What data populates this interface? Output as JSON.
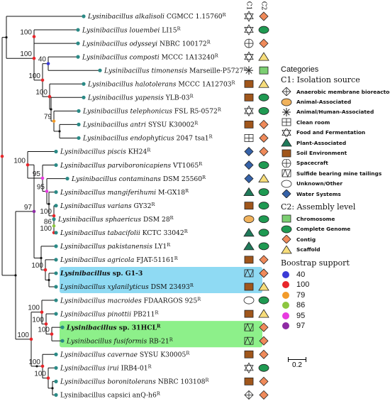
{
  "column_headers": [
    "C1",
    "C2"
  ],
  "taxa": [
    {
      "genus": "Lysinibacillus",
      "epithet": "alkalisoli",
      "strain": "CGMCC 1.15760",
      "type_strain": true,
      "c1": "food",
      "c2": "contig"
    },
    {
      "genus": "Lysinibacillus",
      "epithet": "louembei",
      "strain": "LI15",
      "type_strain": true,
      "c1": "food",
      "c2": "complete"
    },
    {
      "genus": "Lysinibacillus",
      "epithet": "odysseyi",
      "strain": "NBRC 100172",
      "type_strain": true,
      "c1": "spacecraft",
      "c2": "contig"
    },
    {
      "genus": "Lysinibacillus",
      "epithet": "composti",
      "strain": "MCCC 1A13240",
      "type_strain": true,
      "c1": "food",
      "c2": "scaffold"
    },
    {
      "genus": "Lysinibacillus",
      "epithet": "timonensis",
      "strain": "Marseille-P5727",
      "type_strain": true,
      "c1": "animal_human",
      "c2": "chromosome"
    },
    {
      "genus": "Lysinibacillus",
      "epithet": "halotolerans",
      "strain": "MCCC 1A12703",
      "type_strain": true,
      "c1": "soil",
      "c2": "scaffold"
    },
    {
      "genus": "Lysinibacillus",
      "epithet": "yapensis",
      "strain": "YLB-03",
      "type_strain": true,
      "c1": "soil",
      "c2": "complete"
    },
    {
      "genus": "Lysinibacillus",
      "epithet": "telephonicus",
      "strain": "FSL R5-0572",
      "type_strain": true,
      "c1": "food",
      "c2": "complete"
    },
    {
      "genus": "Lysinibacillus",
      "epithet": "antri",
      "strain": "SYSU K30002",
      "type_strain": true,
      "c1": "soil",
      "c2": "contig"
    },
    {
      "genus": "Lysinibacillus",
      "epithet": "endophyticus",
      "strain": "2047 tsa1",
      "type_strain": true,
      "c1": "cleanroom",
      "c2": "contig"
    },
    {
      "genus": "Lysinibacillus",
      "epithet": "piscis",
      "strain": "KH24",
      "type_strain": true,
      "c1": "water",
      "c2": "contig"
    },
    {
      "genus": "Lysinibacillus",
      "epithet": "parviboronicapiens",
      "strain": "VT1065",
      "type_strain": true,
      "c1": "water",
      "c2": "complete"
    },
    {
      "genus": "Lysinibacillus",
      "epithet": "contaminans",
      "strain": "DSM 25560",
      "type_strain": true,
      "c1": "water",
      "c2": "scaffold"
    },
    {
      "genus": "Lysinibacillus",
      "epithet": "mangiferihumi",
      "strain": "M-GX18",
      "type_strain": true,
      "c1": "plant",
      "c2": "complete"
    },
    {
      "genus": "Lysinibacillus",
      "epithet": "varians",
      "strain": "GY32",
      "type_strain": true,
      "c1": "soil",
      "c2": "complete"
    },
    {
      "genus": "Lysinibacillus",
      "epithet": "sphaericus",
      "strain": "DSM 28",
      "type_strain": true,
      "c1": "animal",
      "c2": "complete"
    },
    {
      "genus": "Lysinibacillus",
      "epithet": "tabacifolii",
      "strain": "KCTC 33042",
      "type_strain": true,
      "c1": "plant",
      "c2": "complete"
    },
    {
      "genus": "Lysinibacillus",
      "epithet": "pakistanensis",
      "strain": "LY1",
      "type_strain": true,
      "c1": "plant",
      "c2": "complete"
    },
    {
      "genus": "Lysinibacillus",
      "epithet": "agricola",
      "strain": "FJAT-51161",
      "type_strain": true,
      "c1": "soil",
      "c2": "contig"
    },
    {
      "genus": "Lysinibacillus",
      "epithet": "sp. G1-3",
      "strain": "",
      "type_strain": false,
      "bold": true,
      "highlight": "blue",
      "c1": "sulfide",
      "c2": "contig"
    },
    {
      "genus": "Lysinibacillus",
      "epithet": "xylanilyticus",
      "strain": "DSM 23493",
      "type_strain": true,
      "highlight": "blue",
      "c1": "soil",
      "c2": "scaffold"
    },
    {
      "genus": "Lysinibacillus",
      "epithet": "macroides",
      "strain": "FDAARGOS 925",
      "type_strain": true,
      "c1": "unknown",
      "c2": "complete"
    },
    {
      "genus": "Lysinibacillus",
      "epithet": "pinottii",
      "strain": "PB211",
      "type_strain": true,
      "c1": "soil",
      "c2": "scaffold"
    },
    {
      "genus": "Lysinibacillus",
      "epithet": "sp. 31HCL",
      "strain": "",
      "type_strain": true,
      "bold": true,
      "highlight": "green",
      "c1": "sulfide",
      "c2": "contig"
    },
    {
      "genus": "Lysinibacillus",
      "epithet": "fusiformis",
      "strain": "RB-21",
      "type_strain": true,
      "highlight": "green",
      "c1": "sulfide",
      "c2": "contig"
    },
    {
      "genus": "Lysinibacillus",
      "epithet": "cavernae",
      "strain": "SYSU K30005",
      "type_strain": true,
      "c1": "soil",
      "c2": "contig"
    },
    {
      "genus": "Lysinibacillus",
      "epithet": "irui",
      "strain": "IRB4-01",
      "type_strain": true,
      "c1": "food",
      "c2": "complete"
    },
    {
      "genus": "Lysinibacillus",
      "epithet": "boronitolerans",
      "strain": "NBRC 103108",
      "type_strain": true,
      "c1": "soil",
      "c2": "contig"
    },
    {
      "genus": "Lysinibacillus",
      "epithet": "capsici",
      "strain": "anQ-h6",
      "type_strain": true,
      "plain": true,
      "c1": "anaerobic",
      "c2": "contig"
    }
  ],
  "type_strain_mark": "R",
  "support_labels": [
    {
      "node": "n_root",
      "text": "100"
    },
    {
      "node": "n_B",
      "text": "100"
    },
    {
      "node": "n_lou",
      "text": "100"
    },
    {
      "node": "n_C2",
      "text": "100"
    },
    {
      "node": "n_com",
      "text": "40"
    },
    {
      "node": "n_hal",
      "text": "100"
    },
    {
      "node": "n_tel",
      "text": "79"
    },
    {
      "node": "n_pisc",
      "text": "100"
    },
    {
      "node": "n_95a",
      "text": "95"
    },
    {
      "node": "n_95b",
      "text": "95"
    },
    {
      "node": "n_var",
      "text": "100"
    },
    {
      "node": "n_86",
      "text": "86"
    },
    {
      "node": "n_tab",
      "text": "100"
    },
    {
      "node": "n_97",
      "text": "97"
    },
    {
      "node": "n_agr",
      "text": "100"
    },
    {
      "node": "n_lower",
      "text": "100"
    },
    {
      "node": "n_mac",
      "text": "100"
    },
    {
      "node": "n_pin",
      "text": "100"
    },
    {
      "node": "n_fus",
      "text": "100"
    },
    {
      "node": "n_cav",
      "text": "100"
    },
    {
      "node": "n_iru",
      "text": "100"
    },
    {
      "node": "n_bor",
      "text": "100"
    }
  ],
  "legend": {
    "title": "Categories",
    "c1_title": "C1: Isolation source",
    "c1_items": [
      {
        "key": "anaerobic",
        "label": "Anaerobic membrane bioreactor"
      },
      {
        "key": "animal",
        "label": "Animal-Associated"
      },
      {
        "key": "animal_human",
        "label": "Animal/Human-Associated"
      },
      {
        "key": "cleanroom",
        "label": "Clean room"
      },
      {
        "key": "food",
        "label": "Food and Fermentation"
      },
      {
        "key": "plant",
        "label": "Plant-Associated"
      },
      {
        "key": "soil",
        "label": "Soil Environment"
      },
      {
        "key": "spacecraft",
        "label": "Spacecraft"
      },
      {
        "key": "sulfide",
        "label": "Sulfide bearing mine tailings"
      },
      {
        "key": "unknown",
        "label": "Unknown/Other"
      },
      {
        "key": "water",
        "label": "Water Systems"
      }
    ],
    "c2_title": "C2: Assembly level",
    "c2_items": [
      {
        "key": "chromosome",
        "label": "Chromosome"
      },
      {
        "key": "complete",
        "label": "Complete Genome"
      },
      {
        "key": "contig",
        "label": "Contig"
      },
      {
        "key": "scaffold",
        "label": "Scaffold"
      }
    ],
    "bootstrap_title": "Boostrap support",
    "bootstrap_items": [
      {
        "label": "40",
        "color": "#3a3ad6"
      },
      {
        "label": "100",
        "color": "#e8262b"
      },
      {
        "label": "79",
        "color": "#f29b2a"
      },
      {
        "label": "86",
        "color": "#8cc63f"
      },
      {
        "label": "95",
        "color": "#e83be0"
      },
      {
        "label": "97",
        "color": "#8e2aa4"
      }
    ]
  },
  "scale_label": "0.2",
  "colors": {
    "branch": "#111111",
    "leaf_tip": "#2a8a86",
    "soil": "#a0561b",
    "contig": "#ef8a5a",
    "scaffold": "#f7dd7a",
    "complete": "#1f9a52",
    "chromosome": "#7ccf72",
    "plant": "#1f7a5a",
    "water": "#3562a8",
    "animal": "#f0b25c",
    "highlight_blue": "#8fdaf3",
    "highlight_green": "#8df08a"
  }
}
